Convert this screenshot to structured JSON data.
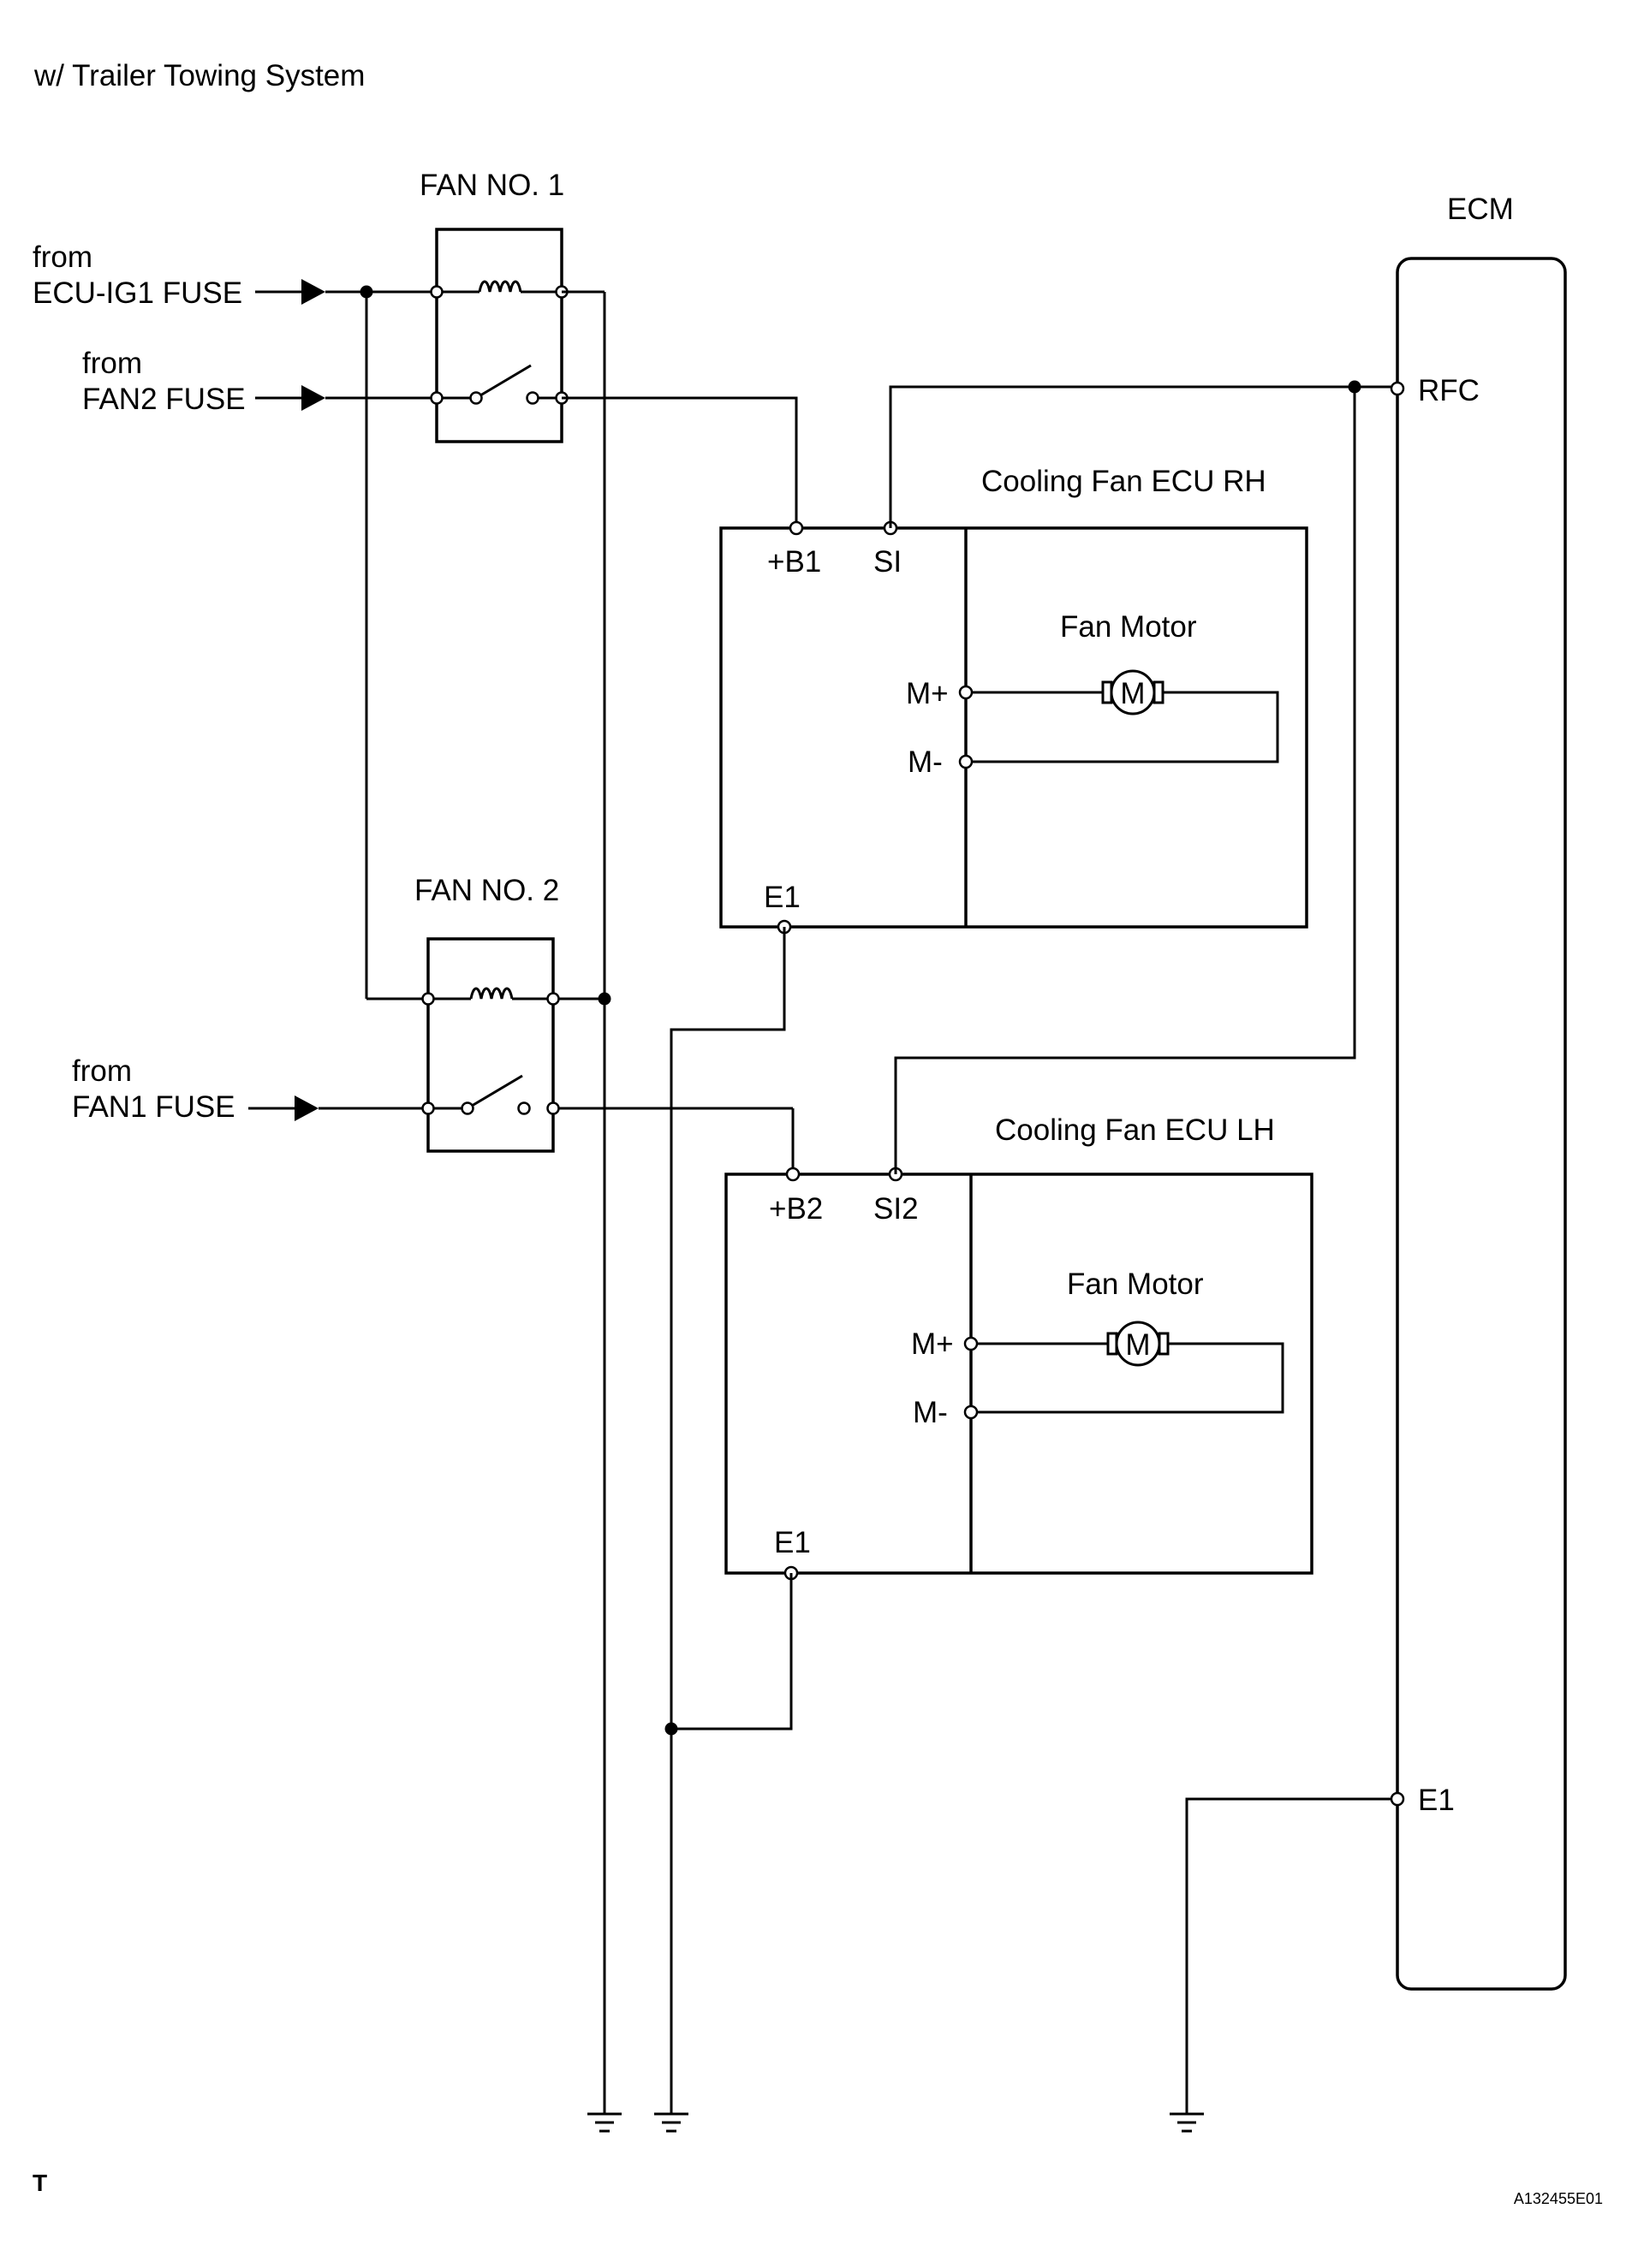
{
  "header": {
    "title": "w/ Trailer Towing System"
  },
  "relays": {
    "fan_no1": {
      "label": "FAN NO. 1"
    },
    "fan_no2": {
      "label": "FAN NO. 2"
    }
  },
  "sources": {
    "ecu_ig1": {
      "line1": "from",
      "line2": "ECU-IG1 FUSE"
    },
    "fan2": {
      "line1": "from",
      "line2": "FAN2 FUSE"
    },
    "fan1": {
      "line1": "from",
      "line2": "FAN1 FUSE"
    }
  },
  "ecu_rh": {
    "title": "Cooling Fan ECU RH",
    "term_b": "+B1",
    "term_si": "SI",
    "term_e": "E1",
    "motor_title": "Fan Motor",
    "term_mp": "M+",
    "term_mm": "M-",
    "motor_symbol": "M"
  },
  "ecu_lh": {
    "title": "Cooling Fan ECU LH",
    "term_b": "+B2",
    "term_si": "SI2",
    "term_e": "E1",
    "motor_title": "Fan Motor",
    "term_mp": "M+",
    "term_mm": "M-",
    "motor_symbol": "M"
  },
  "ecm": {
    "title": "ECM",
    "term_rfc": "RFC",
    "term_e1": "E1"
  },
  "footer": {
    "left": "T",
    "right": "A132455E01"
  }
}
